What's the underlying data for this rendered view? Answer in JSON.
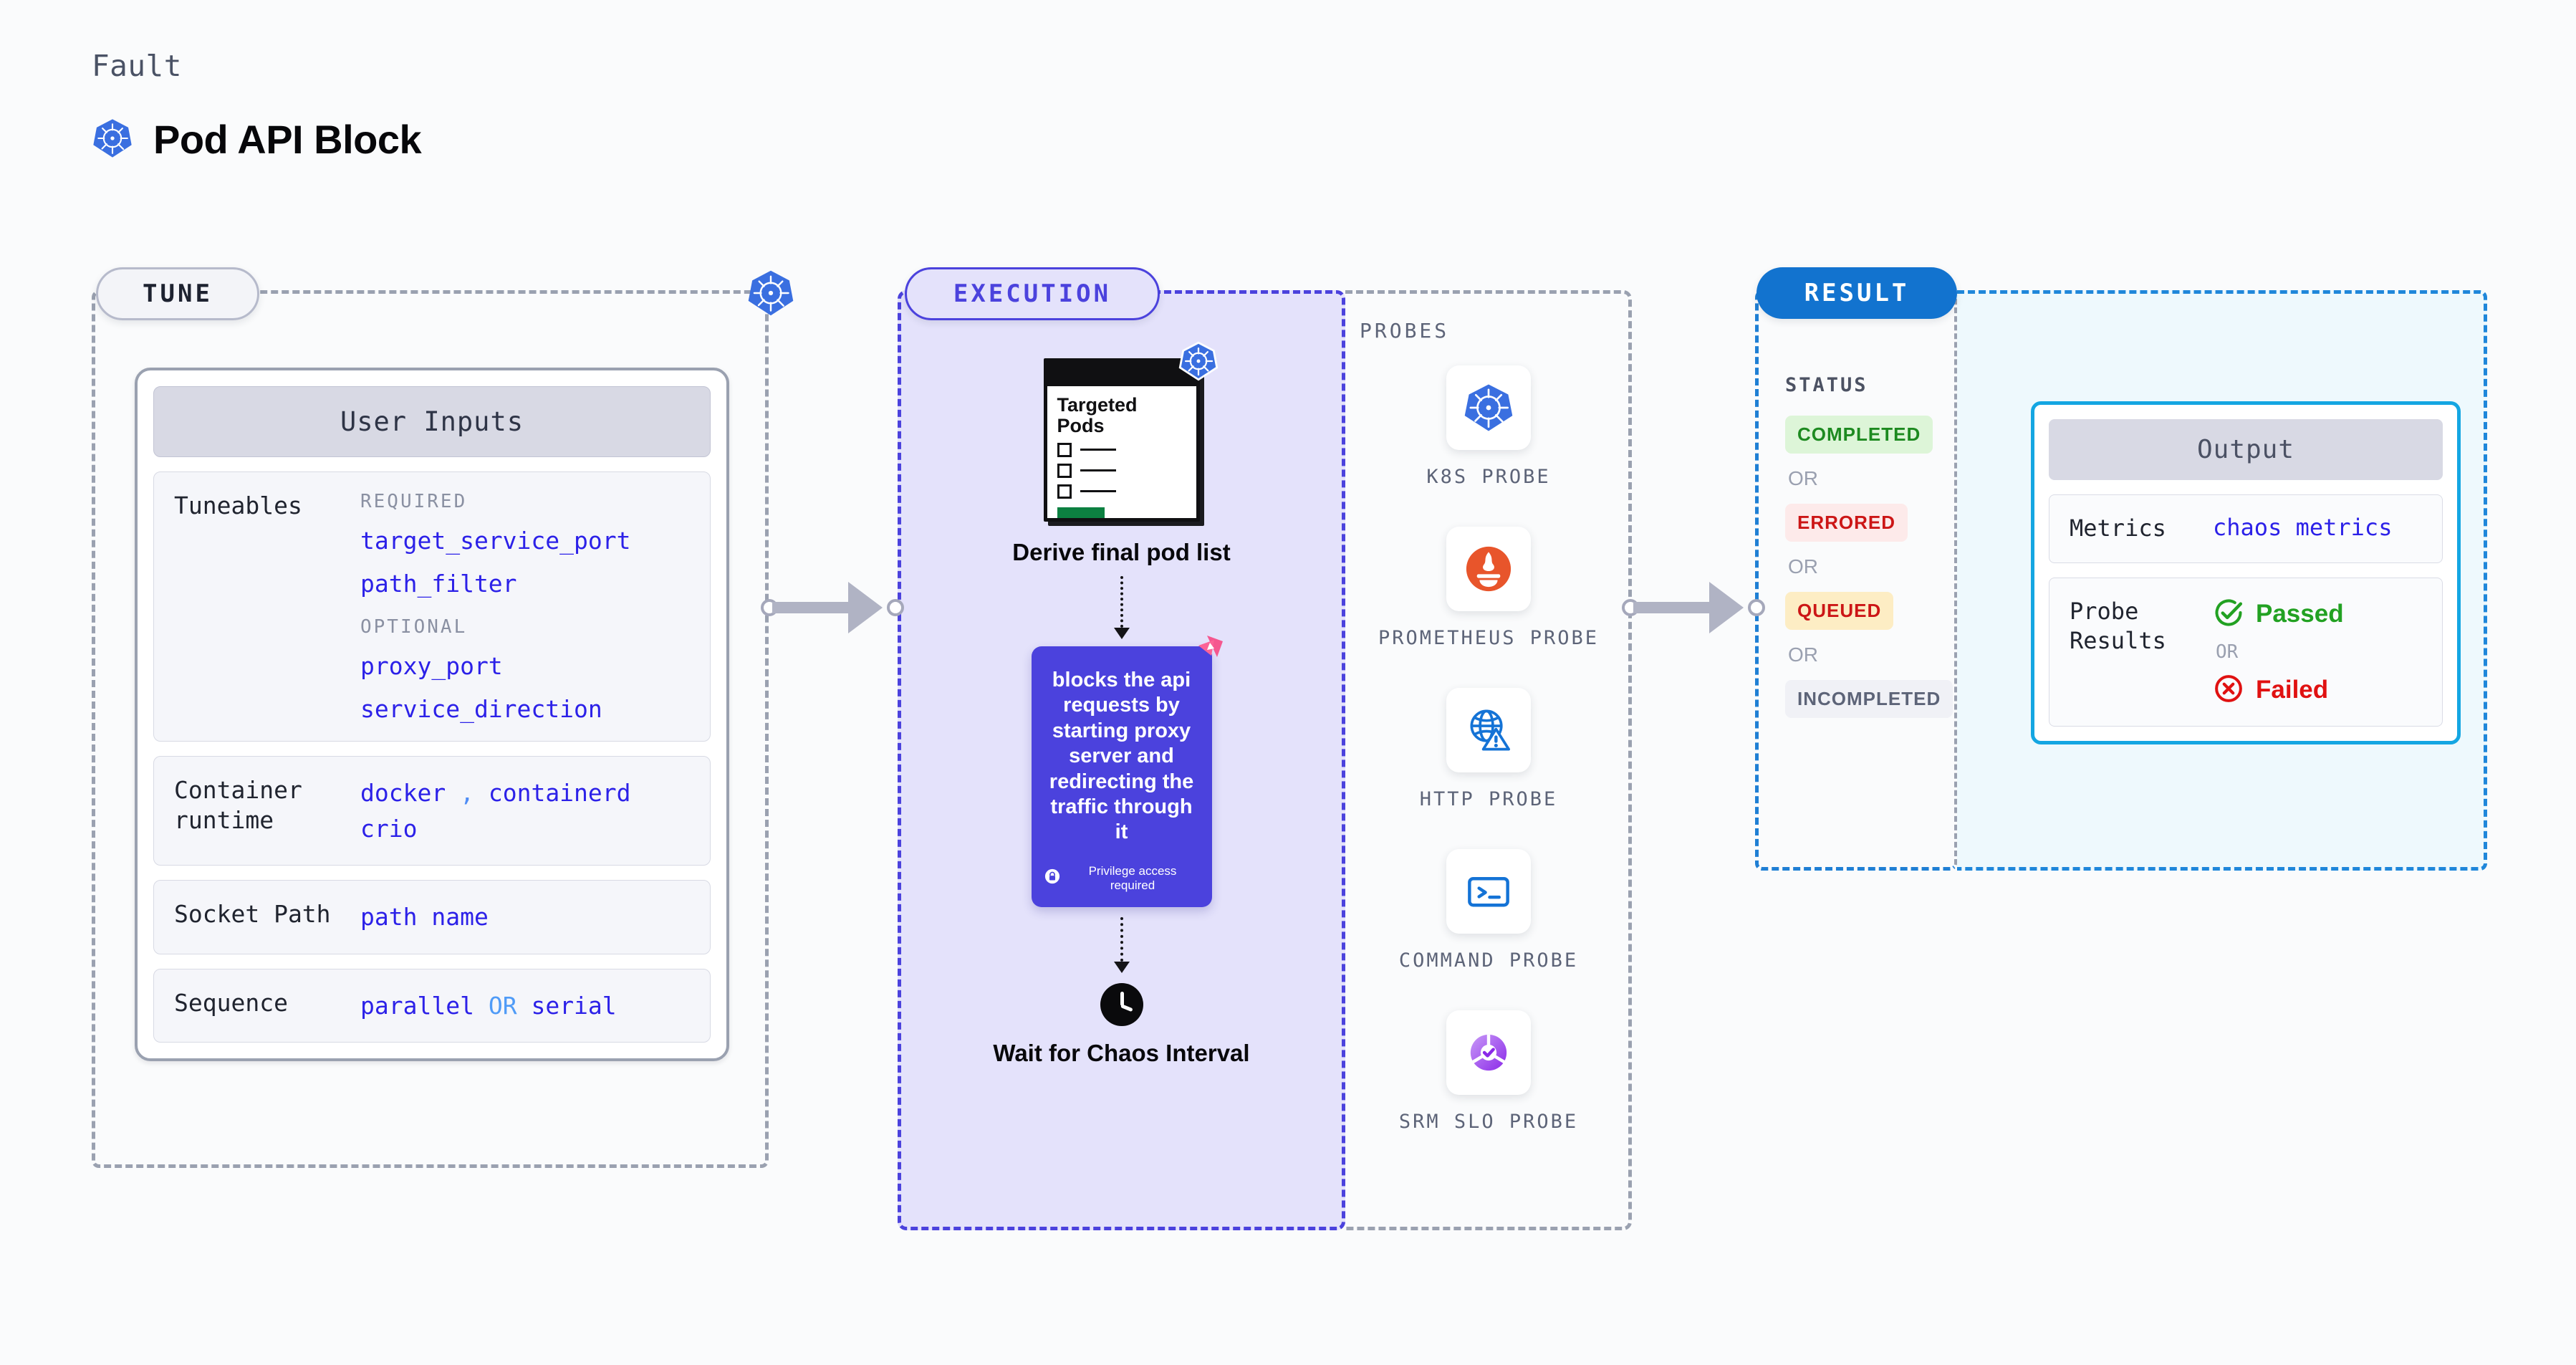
{
  "header": {
    "eyebrow": "Fault",
    "title": "Pod API Block",
    "icon": "kubernetes-icon"
  },
  "stages": {
    "tune": "TUNE",
    "execution": "EXECUTION",
    "result": "RESULT"
  },
  "tune": {
    "card_title": "User Inputs",
    "rows": [
      {
        "label": "Tuneables",
        "required_label": "REQUIRED",
        "required_keys": [
          "target_service_port",
          "path_filter"
        ],
        "optional_label": "OPTIONAL",
        "optional_keys": [
          "proxy_port",
          "service_direction"
        ]
      },
      {
        "label": "Container runtime",
        "values": [
          "docker",
          "containerd",
          "crio"
        ],
        "separator": ","
      },
      {
        "label": "Socket Path",
        "values": [
          "path name"
        ]
      },
      {
        "label": "Sequence",
        "values": [
          "parallel",
          "serial"
        ],
        "joiner": "OR"
      }
    ]
  },
  "execution": {
    "targeted_pods": {
      "heading": "Targeted Pods",
      "icon": "kubernetes-icon",
      "checkbox_count": 3
    },
    "derive_label": "Derive final pod list",
    "action_card": {
      "text": "blocks the api requests by starting proxy server and redirecting the traffic through it",
      "privilege_note": "Privilege access required",
      "privilege_icon": "lock-icon",
      "corner_icon": "chaos-logo-icon",
      "color": "#4b42dd"
    },
    "wait": {
      "icon": "clock-icon",
      "label": "Wait for Chaos Interval"
    }
  },
  "probes": {
    "title": "PROBES",
    "items": [
      {
        "label": "K8S PROBE",
        "icon": "kubernetes-icon"
      },
      {
        "label": "PROMETHEUS PROBE",
        "icon": "prometheus-icon"
      },
      {
        "label": "HTTP PROBE",
        "icon": "globe-warning-icon"
      },
      {
        "label": "COMMAND PROBE",
        "icon": "terminal-icon"
      },
      {
        "label": "SRM SLO PROBE",
        "icon": "srm-slo-icon"
      }
    ]
  },
  "result": {
    "status_title": "STATUS",
    "or_label": "OR",
    "statuses": [
      {
        "label": "COMPLETED",
        "bg": "#ddf5d8",
        "fg": "#1d8a20"
      },
      {
        "label": "ERRORED",
        "bg": "#fdeaea",
        "fg": "#cc1616"
      },
      {
        "label": "QUEUED",
        "bg": "#fdedc4",
        "fg": "#cc1616"
      },
      {
        "label": "INCOMPLETED",
        "bg": "#f0f1f6",
        "fg": "#5d6478"
      }
    ],
    "output": {
      "title": "Output",
      "metrics_label": "Metrics",
      "metrics_value": "chaos metrics",
      "probe_results_label": "Probe Results",
      "passed_label": "Passed",
      "failed_label": "Failed",
      "or_label": "OR",
      "passed_icon": "check-circle-icon",
      "failed_icon": "x-circle-icon",
      "passed_color": "#22a122",
      "failed_color": "#e01111"
    }
  }
}
